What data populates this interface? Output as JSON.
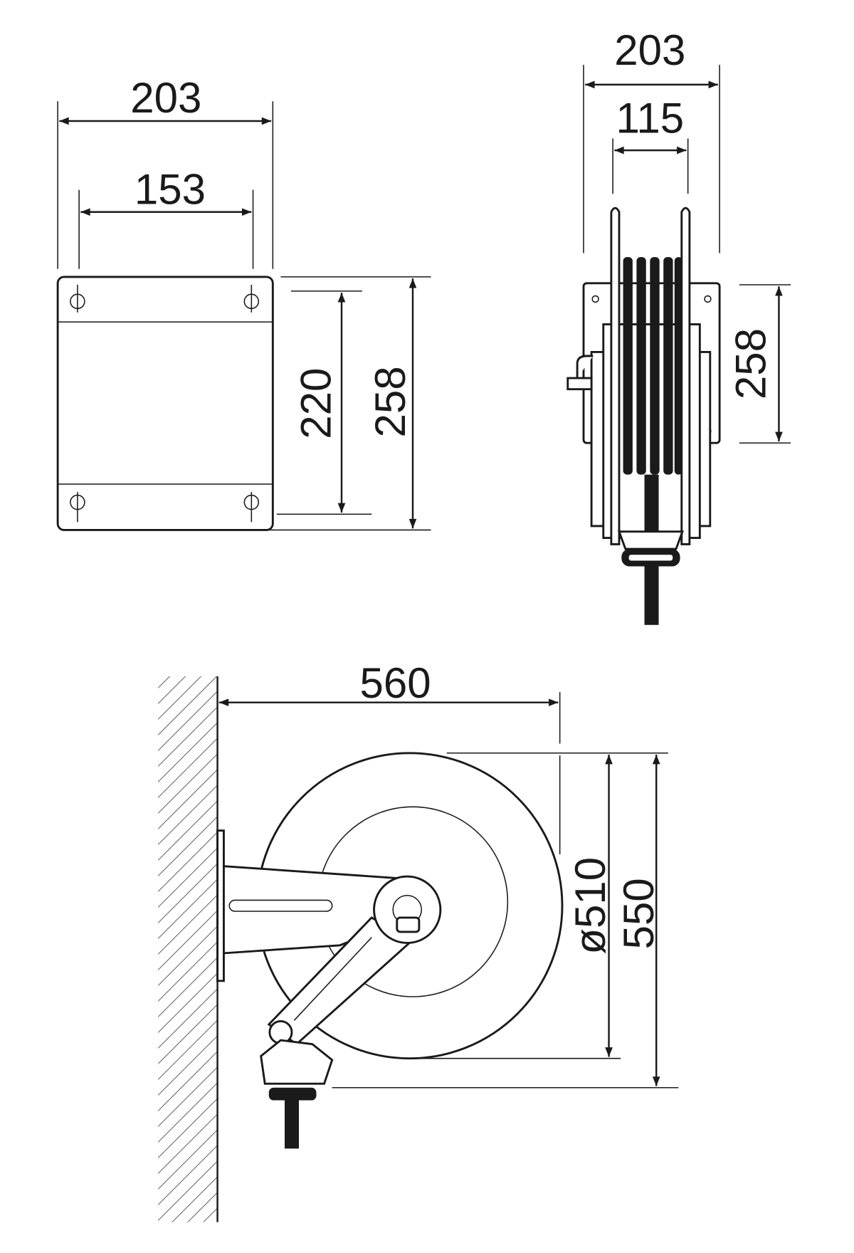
{
  "front_view": {
    "width_outer": "203",
    "width_holes": "153",
    "height_holes": "220",
    "height_outer": "258"
  },
  "side_view": {
    "width_outer": "203",
    "width_drum": "115",
    "height_plate": "258"
  },
  "profile_view": {
    "projection": "560",
    "reel_diameter": "ø510",
    "total_height": "550"
  },
  "colors": {
    "line": "#1a1a1a",
    "background": "#ffffff"
  }
}
